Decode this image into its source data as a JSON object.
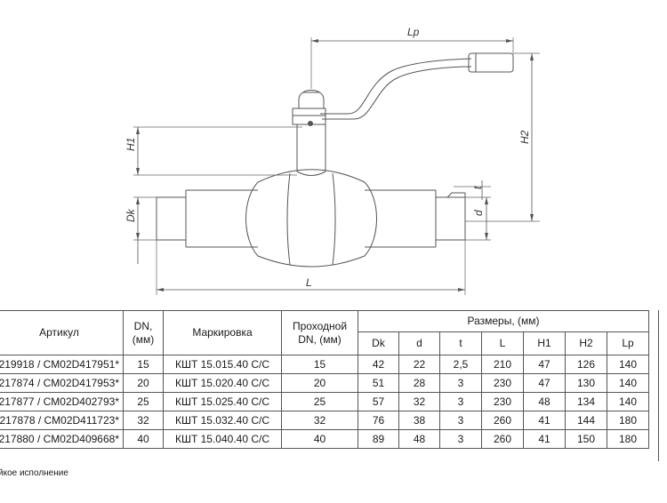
{
  "drawing": {
    "dim_labels": {
      "lp": "Lp",
      "h1": "H1",
      "h2": "H2",
      "dk": "Dk",
      "l": "L",
      "t": "t",
      "d": "d"
    }
  },
  "table": {
    "headers": {
      "article": "Артикул",
      "dn_line1": "DN,",
      "dn_line2": "(мм)",
      "marking": "Маркировка",
      "bore_line1": "Проходной",
      "bore_line2": "DN, (мм)",
      "dimensions": "Размеры, (мм)",
      "dk": "Dk",
      "d": "d",
      "t": "t",
      "l": "L",
      "h1": "H1",
      "h2": "H2",
      "lp": "Lp"
    },
    "rows": [
      {
        "article": "219918 / CM02D417951*",
        "dn": "15",
        "marking": "КШТ 15.015.40 С/С",
        "bore": "15",
        "dk": "42",
        "d": "22",
        "t": "2,5",
        "l": "210",
        "h1": "47",
        "h2": "126",
        "lp": "140"
      },
      {
        "article": "217874 / CM02D417953*",
        "dn": "20",
        "marking": "КШТ 15.020.40 С/С",
        "bore": "20",
        "dk": "51",
        "d": "28",
        "t": "3",
        "l": "230",
        "h1": "47",
        "h2": "130",
        "lp": "140"
      },
      {
        "article": "217877 / CM02D402793*",
        "dn": "25",
        "marking": "КШТ 15.025.40 С/С",
        "bore": "25",
        "dk": "57",
        "d": "32",
        "t": "3",
        "l": "230",
        "h1": "48",
        "h2": "134",
        "lp": "140"
      },
      {
        "article": "217878 / CM02D411723*",
        "dn": "32",
        "marking": "КШТ 15.032.40 С/С",
        "bore": "32",
        "dk": "76",
        "d": "38",
        "t": "3",
        "l": "260",
        "h1": "41",
        "h2": "144",
        "lp": "180"
      },
      {
        "article": "217880 / CM02D409668*",
        "dn": "40",
        "marking": "КШТ 15.040.40 С/С",
        "bore": "40",
        "dk": "89",
        "d": "48",
        "t": "3",
        "l": "260",
        "h1": "41",
        "h2": "150",
        "lp": "180"
      }
    ]
  },
  "footnote": "йкое исполнение"
}
